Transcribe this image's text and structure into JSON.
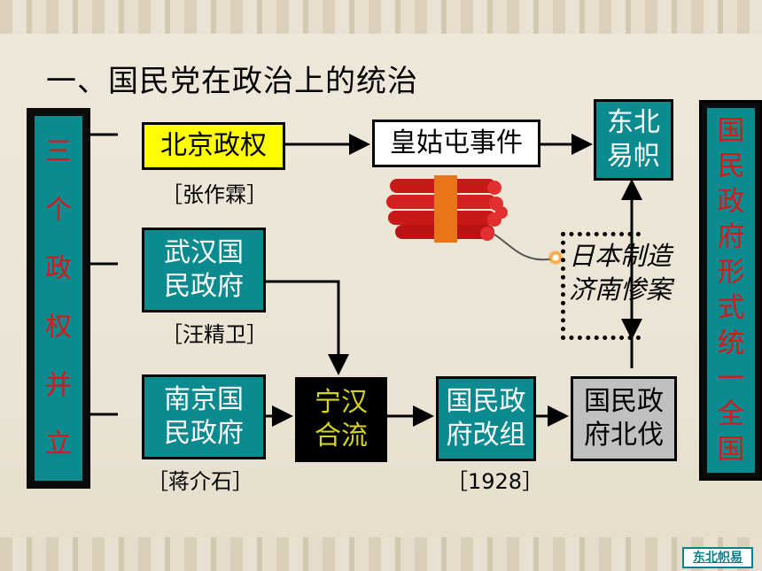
{
  "title": "一、国民党在政治上的统治",
  "left_column": [
    "三",
    "个",
    "政",
    "权",
    "并",
    "立"
  ],
  "right_column": [
    "国",
    "民",
    "政",
    "府",
    "形",
    "式",
    "统",
    "一",
    "全",
    "国"
  ],
  "boxes": {
    "beijing": "北京政权",
    "wuhan": [
      "武汉国",
      "民政府"
    ],
    "nanjing": [
      "南京国",
      "民政府"
    ],
    "huanggutun": "皇姑屯事件",
    "ninghan": [
      "宁汉",
      "合流"
    ],
    "reorg": [
      "国民政",
      "府改组"
    ],
    "northern": [
      "国民政",
      "府北伐"
    ],
    "dongbei": [
      "东北",
      "易帜"
    ]
  },
  "notes": {
    "zhangzuolin": "［张作霖］",
    "wangjingwei": "［汪精卫］",
    "jiangjieshi": "［蒋介石］",
    "year": "［1928］"
  },
  "jinan": [
    "日本制造",
    "济南惨案"
  ],
  "nav_button": "东北帜易",
  "colors": {
    "teal": "#0b8a8f",
    "red": "#d41a1a",
    "yellow": "#ffff00",
    "gray": "#c0c0c0",
    "black": "#000000",
    "olive_text": "#d4d41a"
  },
  "icons": [
    "dynamite-bundle-icon"
  ]
}
